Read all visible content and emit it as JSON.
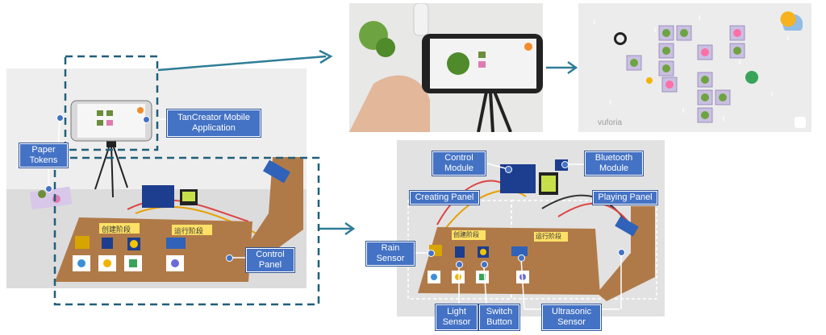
{
  "colors": {
    "accent": "#4472c4",
    "dashed_frame": "#1f5f7a",
    "arrow": "#2e7d96",
    "cardboard": "#b07a48",
    "yellow_tag": "#ffe066"
  },
  "labels": {
    "tancreator_app": "TanCreator Mobile\nApplication",
    "paper_tokens": "Paper\nTokens",
    "control_panel_left": "Control\nPanel",
    "control_module": "Control\nModule",
    "bluetooth_module": "Bluetooth\nModule",
    "creating_panel": "Creating Panel",
    "playing_panel": "Playing Panel",
    "rain_sensor": "Rain\nSensor",
    "light_sensor": "Light\nSensor",
    "switch_button": "Switch\nButton",
    "ultrasonic_sensor": "Ultrasonic\nSensor"
  },
  "board_text": {
    "creating_left": "创建阶段",
    "running_left": "运行阶段",
    "creating_right": "创建阶段",
    "running_right": "运行阶段"
  },
  "ar_view": {
    "brand": "vuforia",
    "icon_weather": "sun-cloud-icon",
    "icon_target": "target-icon",
    "icon_refresh": "refresh-icon"
  }
}
